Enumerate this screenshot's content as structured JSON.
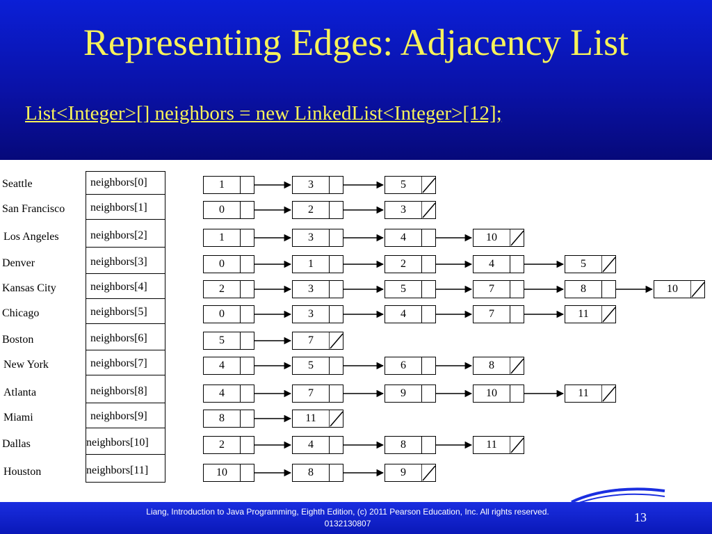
{
  "slide": {
    "title": "Representing Edges: Adjacency List",
    "code": "List<Integer>[] neighbors = new LinkedList<Integer>[12];",
    "footer": "Liang, Introduction to Java Programming, Eighth Edition, (c) 2011 Pearson Education, Inc. All rights reserved. 0132130807",
    "page_number": "13"
  },
  "rows": [
    {
      "city": "Seattle",
      "array_label": "neighbors[0]",
      "list": [
        "1",
        "3",
        "5"
      ]
    },
    {
      "city": "San Francisco",
      "array_label": "neighbors[1]",
      "list": [
        "0",
        "2",
        "3"
      ]
    },
    {
      "city": "Los Angeles",
      "array_label": "neighbors[2]",
      "list": [
        "1",
        "3",
        "4",
        "10"
      ]
    },
    {
      "city": "Denver",
      "array_label": "neighbors[3]",
      "list": [
        "0",
        "1",
        "2",
        "4",
        "5"
      ]
    },
    {
      "city": "Kansas City",
      "array_label": "neighbors[4]",
      "list": [
        "2",
        "3",
        "5",
        "7",
        "8",
        "10"
      ]
    },
    {
      "city": "Chicago",
      "array_label": "neighbors[5]",
      "list": [
        "0",
        "3",
        "4",
        "7",
        "11"
      ]
    },
    {
      "city": "Boston",
      "array_label": "neighbors[6]",
      "list": [
        "5",
        "7"
      ]
    },
    {
      "city": "New York",
      "array_label": "neighbors[7]",
      "list": [
        "4",
        "5",
        "6",
        "8"
      ]
    },
    {
      "city": "Atlanta",
      "array_label": "neighbors[8]",
      "list": [
        "4",
        "7",
        "9",
        "10",
        "11"
      ]
    },
    {
      "city": "Miami",
      "array_label": "neighbors[9]",
      "list": [
        "8",
        "11"
      ]
    },
    {
      "city": "Dallas",
      "array_label": "neighbors[10]",
      "list": [
        "2",
        "4",
        "8",
        "11"
      ]
    },
    {
      "city": "Houston",
      "array_label": "neighbors[11]",
      "list": [
        "10",
        "8",
        "9"
      ]
    }
  ]
}
